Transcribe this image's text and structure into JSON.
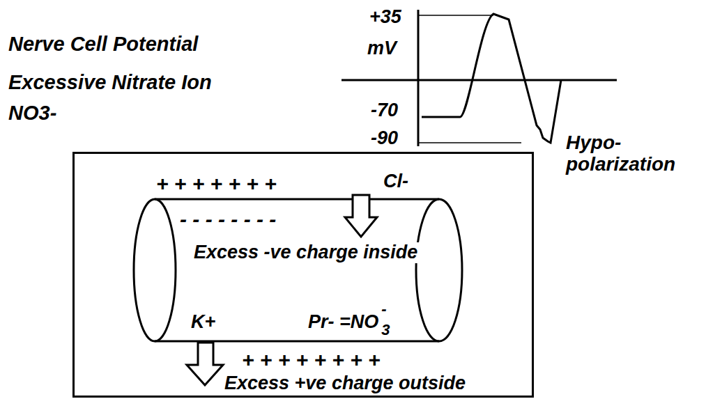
{
  "diagram": {
    "nodes": [
      {
        "text": [
          "+ + + + + + +",
          "Cl-",
          "- - - - - - - -",
          "Excess -ve charge inside",
          "K+",
          "Pr- =NO",
          "-",
          "3",
          "+ + + + + + + +",
          "Excess +ve charge outside"
        ]
      }
    ],
    "labels": [
      "Nerve Cell Potential",
      "Excessive Nitrate Ion",
      "NO3-",
      "+35",
      "mV",
      "-70",
      "-90",
      "Hypo- polarization"
    ]
  }
}
